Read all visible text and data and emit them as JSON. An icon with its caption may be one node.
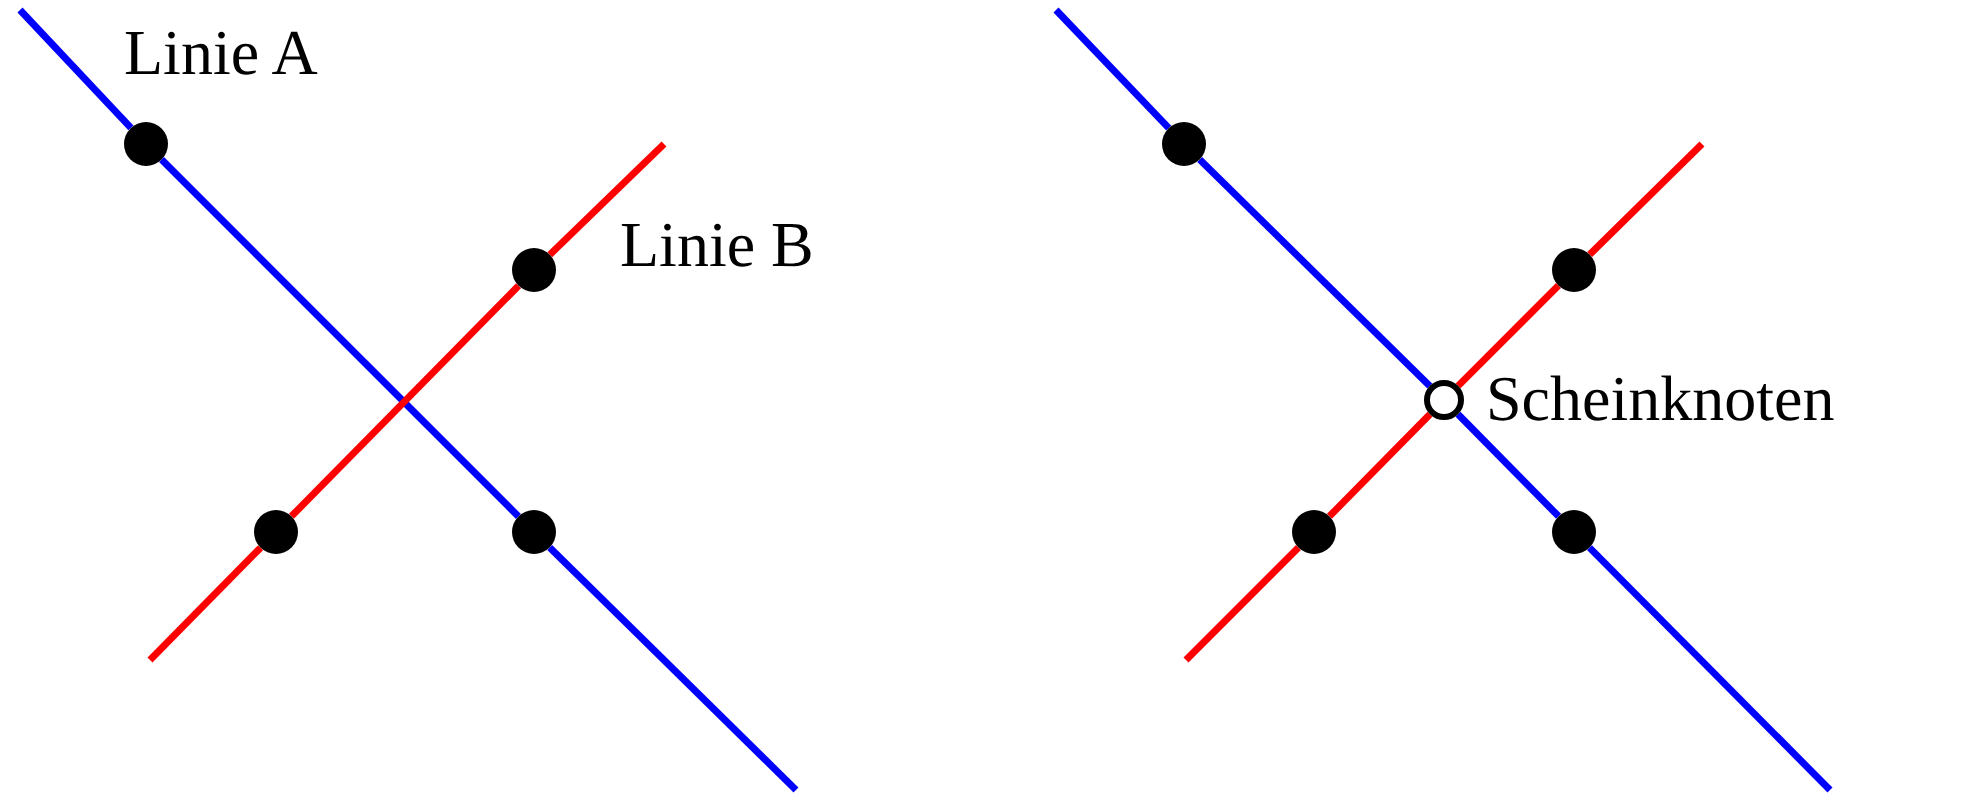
{
  "diagram": {
    "nodes": [
      {
        "text": [],
        "shape": "dot"
      },
      {
        "text": [],
        "shape": "dot"
      },
      {
        "text": [],
        "shape": "dot"
      },
      {
        "text": [],
        "shape": "dot"
      },
      {
        "text": [],
        "shape": "dot"
      },
      {
        "text": [],
        "shape": "dot"
      },
      {
        "text": [],
        "shape": "circle",
        "beside": [
          "Scheinknoten"
        ]
      },
      {
        "text": [],
        "shape": "dot"
      },
      {
        "text": [],
        "shape": "dot"
      }
    ],
    "edges": [
      {
        "from": null,
        "to": 0,
        "arrow": "none",
        "color": "#0000ff"
      },
      {
        "from": 0,
        "to": 3,
        "arrow": "none",
        "color": "#0000ff"
      },
      {
        "from": 3,
        "to": null,
        "arrow": "none",
        "color": "#0000ff"
      },
      {
        "from": null,
        "to": 2,
        "arrow": "none",
        "color": "#ff0000"
      },
      {
        "from": 2,
        "to": 1,
        "arrow": "none",
        "color": "#ff0000"
      },
      {
        "from": 1,
        "to": null,
        "arrow": "none",
        "color": "#ff0000"
      },
      {
        "from": null,
        "to": 4,
        "arrow": "none",
        "color": "#0000ff"
      },
      {
        "from": 4,
        "to": 6,
        "arrow": "none",
        "color": "#0000ff"
      },
      {
        "from": 6,
        "to": 8,
        "arrow": "none",
        "color": "#0000ff"
      },
      {
        "from": 8,
        "to": null,
        "arrow": "none",
        "color": "#0000ff"
      },
      {
        "from": null,
        "to": 7,
        "arrow": "none",
        "color": "#ff0000"
      },
      {
        "from": 7,
        "to": 6,
        "arrow": "none",
        "color": "#ff0000"
      },
      {
        "from": 6,
        "to": 5,
        "arrow": "none",
        "color": "#ff0000"
      },
      {
        "from": 5,
        "to": null,
        "arrow": "none",
        "color": "#ff0000"
      }
    ],
    "labels": [
      "Linie A",
      "Linie B"
    ]
  }
}
